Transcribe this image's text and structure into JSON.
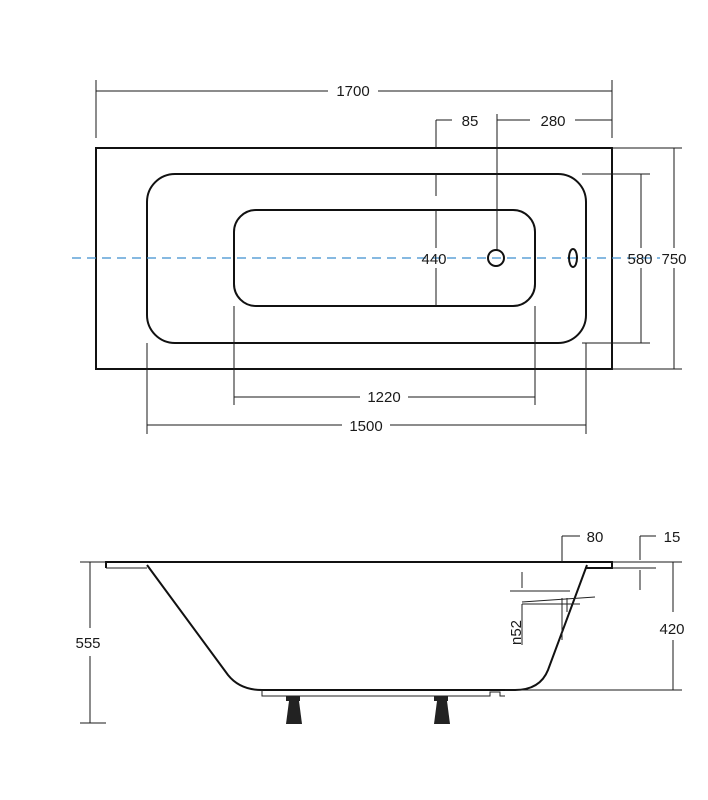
{
  "top_view": {
    "length": "1700",
    "offset_drain": "85",
    "offset_end": "280",
    "inner_width": "440",
    "basin_width": "580",
    "total_width": "750",
    "inner_length": "1220",
    "basin_length": "1500"
  },
  "side_view": {
    "rim_right": "80",
    "rim_thickness": "15",
    "total_height": "555",
    "basin_depth": "420",
    "overflow_label": "n52"
  },
  "colors": {
    "axis_line": "#3f8fcf",
    "outline": "#111111"
  }
}
